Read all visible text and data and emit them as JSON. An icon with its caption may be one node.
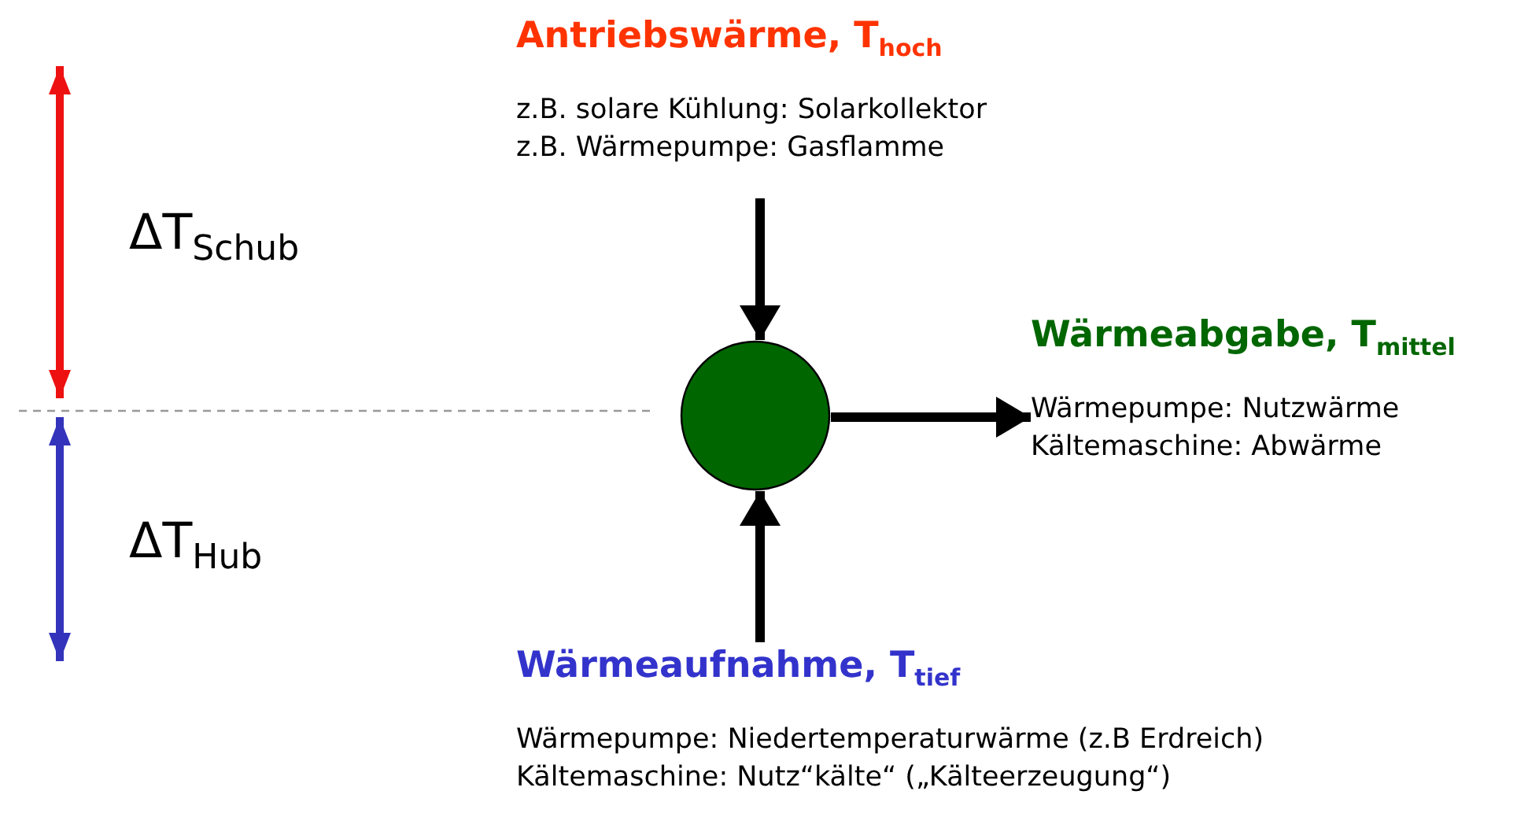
{
  "diagram": {
    "nodes": [
      {
        "text": [
          "Antriebswärme, T$_{hoch}$",
          "z.B. solare Kühlung: Solarkollektor",
          "z.B. Wärmepumpe: Gasflamme"
        ]
      },
      {
        "text": [],
        "shape": "circle"
      },
      {
        "text": [
          "Wärmeabgabe, T$_{mittel}$",
          "Wärmepumpe: Nutzwärme",
          "Kältemaschine: Abwärme"
        ]
      },
      {
        "text": [
          "Wärmeaufnahme, T$_{tief}$",
          "Wärmepumpe: Niedertemperaturwärme (z.B Erdreich)",
          "Kältemaschine: Nutz“kälte“ („Kälteerzeugung“)"
        ]
      }
    ],
    "edges": [
      {
        "from": 0,
        "to": 1,
        "arrow": "to"
      },
      {
        "from": 1,
        "to": 2,
        "arrow": "to"
      },
      {
        "from": 3,
        "to": 1,
        "arrow": "to"
      }
    ],
    "labels": [
      "ΔT$_{Schub}$",
      "ΔT$_{Hub}$"
    ]
  }
}
